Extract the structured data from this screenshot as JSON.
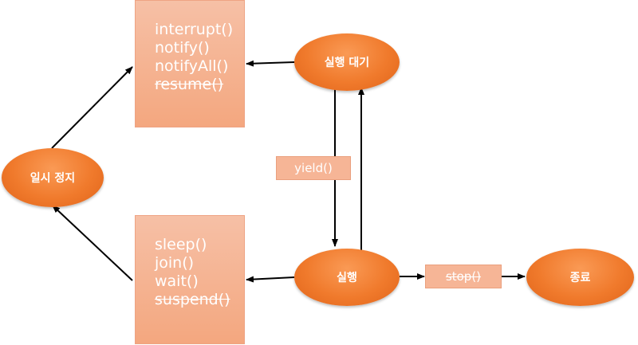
{
  "nodes": {
    "waiting": "실행 대기",
    "paused": "일시 정지",
    "running": "실행",
    "terminated": "종료"
  },
  "top_box": {
    "items": [
      {
        "text": "interrupt()",
        "strike": false
      },
      {
        "text": "notify()",
        "strike": false
      },
      {
        "text": "notifyAll()",
        "strike": false
      },
      {
        "text": "resume()",
        "strike": true
      }
    ]
  },
  "bottom_box": {
    "items": [
      {
        "text": "sleep()",
        "strike": false
      },
      {
        "text": "join()",
        "strike": false
      },
      {
        "text": "wait()",
        "strike": false
      },
      {
        "text": "suspend()",
        "strike": true
      }
    ]
  },
  "labels": {
    "yield": "yield()",
    "stop": "stop()"
  },
  "colors": {
    "node_fill": "#f07a2c",
    "box_fill": "#f4a77f",
    "arrow": "#000000"
  }
}
